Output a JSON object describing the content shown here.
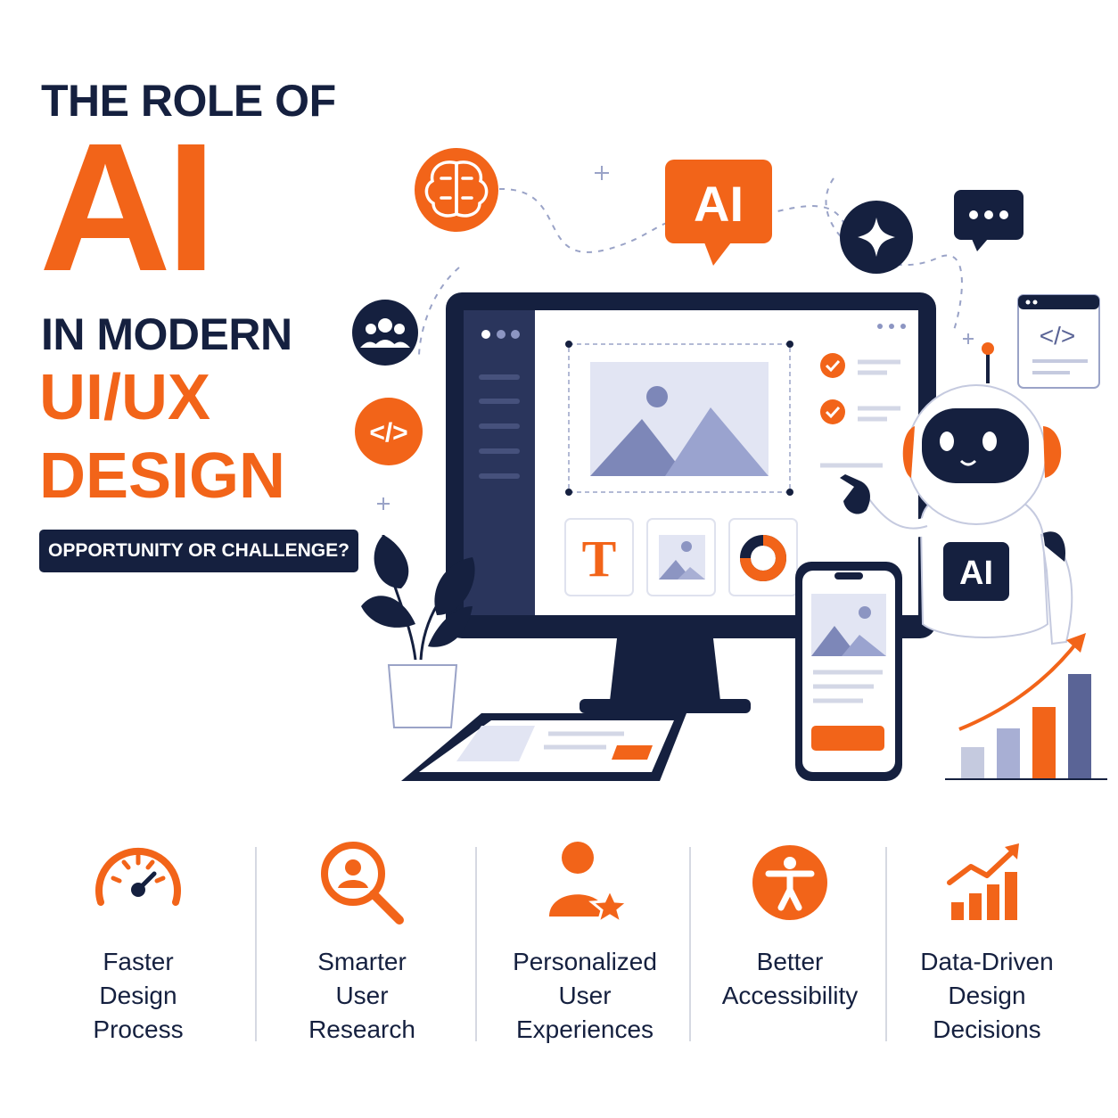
{
  "title": {
    "line1": "THE ROLE OF",
    "line2": "AI",
    "line3": "IN MODERN",
    "line4": "UI/UX",
    "line5": "DESIGN",
    "badge": "OPPORTUNITY OR CHALLENGE?"
  },
  "illustration": {
    "speech_bubble_text": "AI",
    "robot_chest_text": "AI",
    "font_tool_glyph": "T",
    "code_glyph": "</>",
    "icons": [
      "brain-icon",
      "ai-chat-bubble-icon",
      "sparkle-icon",
      "chat-dots-icon",
      "users-icon",
      "code-icon",
      "code-window-icon",
      "monitor",
      "robot",
      "phone",
      "tablet",
      "plant",
      "growth-chart-icon"
    ]
  },
  "features": [
    {
      "icon": "speedometer-icon",
      "label": "Faster\nDesign\nProcess"
    },
    {
      "icon": "user-search-icon",
      "label": "Smarter\nUser\nResearch"
    },
    {
      "icon": "user-star-icon",
      "label": "Personalized\nUser\nExperiences"
    },
    {
      "icon": "accessibility-icon",
      "label": "Better\nAccessibility"
    },
    {
      "icon": "growth-chart-icon",
      "label": "Data-Driven\nDesign\nDecisions"
    }
  ],
  "colors": {
    "accent": "#f26419",
    "navy": "#15203f",
    "muted": "#8c95c2"
  }
}
